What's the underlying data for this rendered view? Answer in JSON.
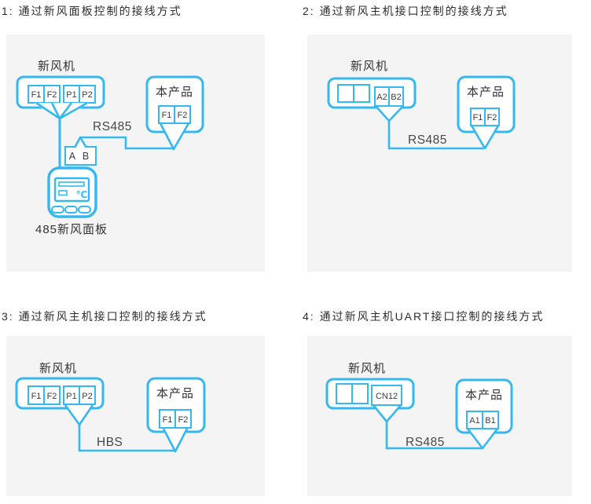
{
  "colors": {
    "accent": "#35b7f0",
    "panel_background": "#f4f4f5",
    "text": "#333333"
  },
  "panels": [
    {
      "title": "1: 通过新风面板控制的接线方式",
      "machine_label": "新风机",
      "machine_terminals": [
        "F1",
        "F2",
        "P1",
        "P2"
      ],
      "product_label": "本产品",
      "product_terminals": [
        "F1",
        "F2"
      ],
      "bus_label": "RS485",
      "ab_label": "A B",
      "device_label": "485新风面板",
      "temp_unit": "℃"
    },
    {
      "title": "2: 通过新风主机接口控制的接线方式",
      "machine_label": "新风机",
      "machine_blank_terminals": 2,
      "machine_terminals": [
        "A2",
        "B2"
      ],
      "product_label": "本产品",
      "product_terminals": [
        "F1",
        "F2"
      ],
      "bus_label": "RS485"
    },
    {
      "title": "3: 通过新风主机接口控制的接线方式",
      "machine_label": "新风机",
      "machine_terminals": [
        "F1",
        "F2",
        "P1",
        "P2"
      ],
      "product_label": "本产品",
      "product_terminals": [
        "F1",
        "F2"
      ],
      "bus_label": "HBS"
    },
    {
      "title": "4: 通过新风主机UART接口控制的接线方式",
      "machine_label": "新风机",
      "machine_blank_terminals": 2,
      "machine_terminals": [
        "CN12"
      ],
      "product_label": "本产品",
      "product_terminals": [
        "A1",
        "B1"
      ],
      "bus_label": "RS485"
    }
  ]
}
